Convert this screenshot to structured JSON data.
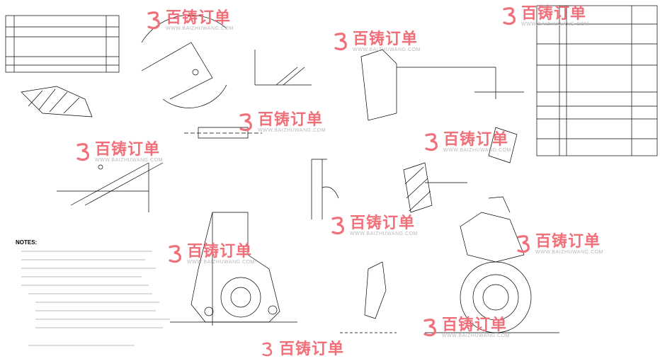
{
  "drawing": {
    "notes_label": "NOTES:"
  },
  "watermark": {
    "text": "百铸订单",
    "url": "WWW.BAIZHUWANG.COM",
    "color": "#f0707a"
  },
  "colors": {
    "line": "#000000",
    "background": "#ffffff"
  },
  "icons": {
    "watermark_logo": "stylized-3-logo-icon"
  }
}
